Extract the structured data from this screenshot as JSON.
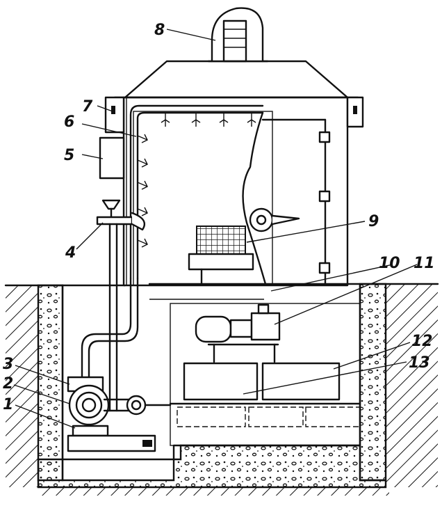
{
  "diagram": {
    "callouts": [
      {
        "id": "c8",
        "text": "8"
      },
      {
        "id": "c7",
        "text": "7"
      },
      {
        "id": "c6",
        "text": "6"
      },
      {
        "id": "c5",
        "text": "5"
      },
      {
        "id": "c4",
        "text": "4"
      },
      {
        "id": "c9",
        "text": "9"
      },
      {
        "id": "c10",
        "text": "10"
      },
      {
        "id": "c11",
        "text": "11"
      },
      {
        "id": "c12",
        "text": "12"
      },
      {
        "id": "c13",
        "text": "13"
      },
      {
        "id": "c3",
        "text": "3"
      },
      {
        "id": "c2",
        "text": "2"
      },
      {
        "id": "c1",
        "text": "1"
      }
    ]
  }
}
